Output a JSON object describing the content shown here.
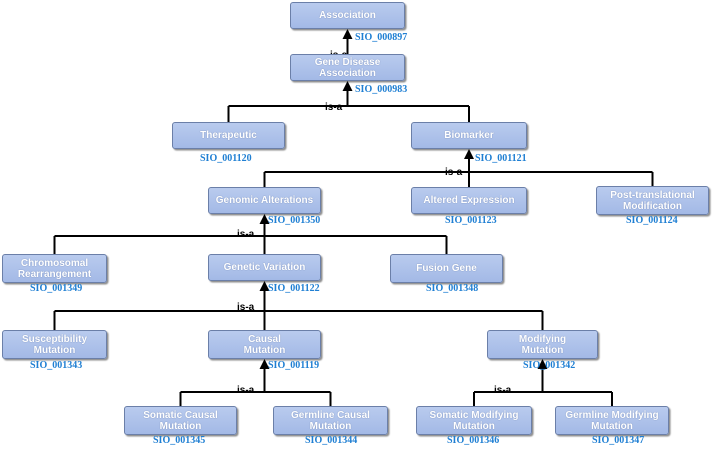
{
  "relation_label": "is-a",
  "colors": {
    "node_fill": "#a9bde8",
    "node_border": "#6b7fa8",
    "id_text": "#1f7fd3",
    "edge": "#000000"
  },
  "nodes": {
    "association": {
      "label": "Association",
      "id": "SIO_000897"
    },
    "gene_disease_association": {
      "label": "Gene Disease\nAssociation",
      "id": "SIO_000983"
    },
    "therapeutic": {
      "label": "Therapeutic",
      "id": "SIO_001120"
    },
    "biomarker": {
      "label": "Biomarker",
      "id": "SIO_001121"
    },
    "genomic_alterations": {
      "label": "Genomic Alterations",
      "id": "SIO_001350"
    },
    "altered_expression": {
      "label": "Altered Expression",
      "id": "SIO_001123"
    },
    "post_translational_modification": {
      "label": "Post-translational\nModification",
      "id": "SIO_001124"
    },
    "chromosomal_rearrangement": {
      "label": "Chromosomal\nRearrangement",
      "id": "SIO_001349"
    },
    "genetic_variation": {
      "label": "Genetic Variation",
      "id": "SIO_001122"
    },
    "fusion_gene": {
      "label": "Fusion Gene",
      "id": "SIO_001348"
    },
    "susceptibility_mutation": {
      "label": "Susceptibility\nMutation",
      "id": "SIO_001343"
    },
    "causal_mutation": {
      "label": "Causal\nMutation",
      "id": "SIO_001119"
    },
    "modifying_mutation": {
      "label": "Modifying\nMutation",
      "id": "SIO_001342"
    },
    "somatic_causal_mutation": {
      "label": "Somatic Causal\nMutation",
      "id": "SIO_001345"
    },
    "germline_causal_mutation": {
      "label": "Germline Causal\nMutation",
      "id": "SIO_001344"
    },
    "somatic_modifying_mutation": {
      "label": "Somatic Modifying\nMutation",
      "id": "SIO_001346"
    },
    "germline_modifying_mutation": {
      "label": "Germline Modifying\nMutation",
      "id": "SIO_001347"
    }
  }
}
